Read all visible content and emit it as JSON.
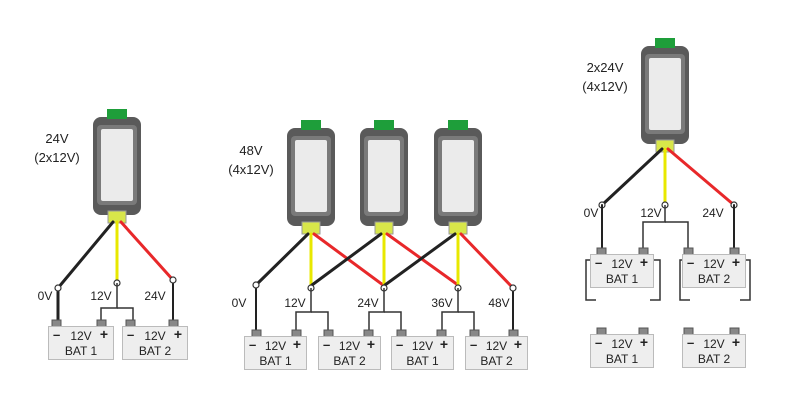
{
  "colors": {
    "wire_black": "#222222",
    "wire_yellow": "#e8e800",
    "wire_red": "#e8282a",
    "battery_fill": "#eeeeee",
    "device_body": "#ebebeb",
    "device_frame": "#666666",
    "device_connector": "#d8e64a",
    "device_led": "#1e9e3a"
  },
  "panel1": {
    "title": "24V",
    "subtitle": "(2x12V)",
    "labels": {
      "v0": "0V",
      "v12": "12V",
      "v24": "24V"
    },
    "batteries": [
      {
        "voltage": "12V",
        "name": "BAT 1",
        "minus": "–",
        "plus": "+"
      },
      {
        "voltage": "12V",
        "name": "BAT 2",
        "minus": "–",
        "plus": "+"
      }
    ]
  },
  "panel2": {
    "title": "48V",
    "subtitle": "(4x12V)",
    "labels": {
      "v0": "0V",
      "v12": "12V",
      "v24": "24V",
      "v36": "36V",
      "v48": "48V"
    },
    "batteries": [
      {
        "voltage": "12V",
        "name": "BAT 1",
        "minus": "–",
        "plus": "+"
      },
      {
        "voltage": "12V",
        "name": "BAT 2",
        "minus": "–",
        "plus": "+"
      },
      {
        "voltage": "12V",
        "name": "BAT 1",
        "minus": "–",
        "plus": "+"
      },
      {
        "voltage": "12V",
        "name": "BAT 2",
        "minus": "–",
        "plus": "+"
      }
    ]
  },
  "panel3": {
    "title": "2x24V",
    "subtitle": "(4x12V)",
    "labels": {
      "v0": "0V",
      "v12": "12V",
      "v24": "24V"
    },
    "batteries": [
      {
        "voltage": "12V",
        "name": "BAT 1",
        "minus": "–",
        "plus": "+"
      },
      {
        "voltage": "12V",
        "name": "BAT 2",
        "minus": "–",
        "plus": "+"
      },
      {
        "voltage": "12V",
        "name": "BAT 1",
        "minus": "–",
        "plus": "+"
      },
      {
        "voltage": "12V",
        "name": "BAT 2",
        "minus": "–",
        "plus": "+"
      }
    ]
  }
}
